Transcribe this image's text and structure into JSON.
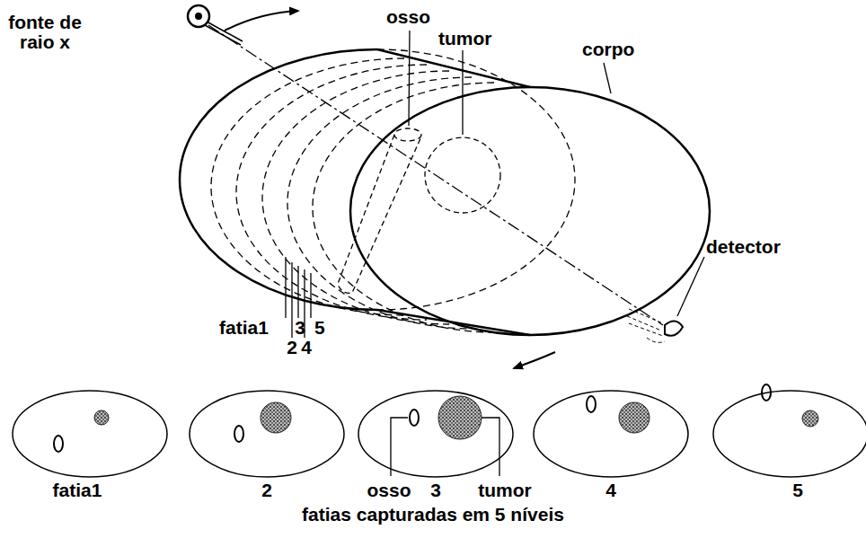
{
  "diagram": {
    "caption": "fatias capturadas em 5 níveis",
    "labels": [
      "fonte de raio x",
      "osso",
      "tumor",
      "corpo",
      "detector",
      "fatia1",
      "3",
      "5",
      "2",
      "4",
      "fatia1",
      "2",
      "osso",
      "3",
      "tumor",
      "4",
      "5"
    ]
  }
}
